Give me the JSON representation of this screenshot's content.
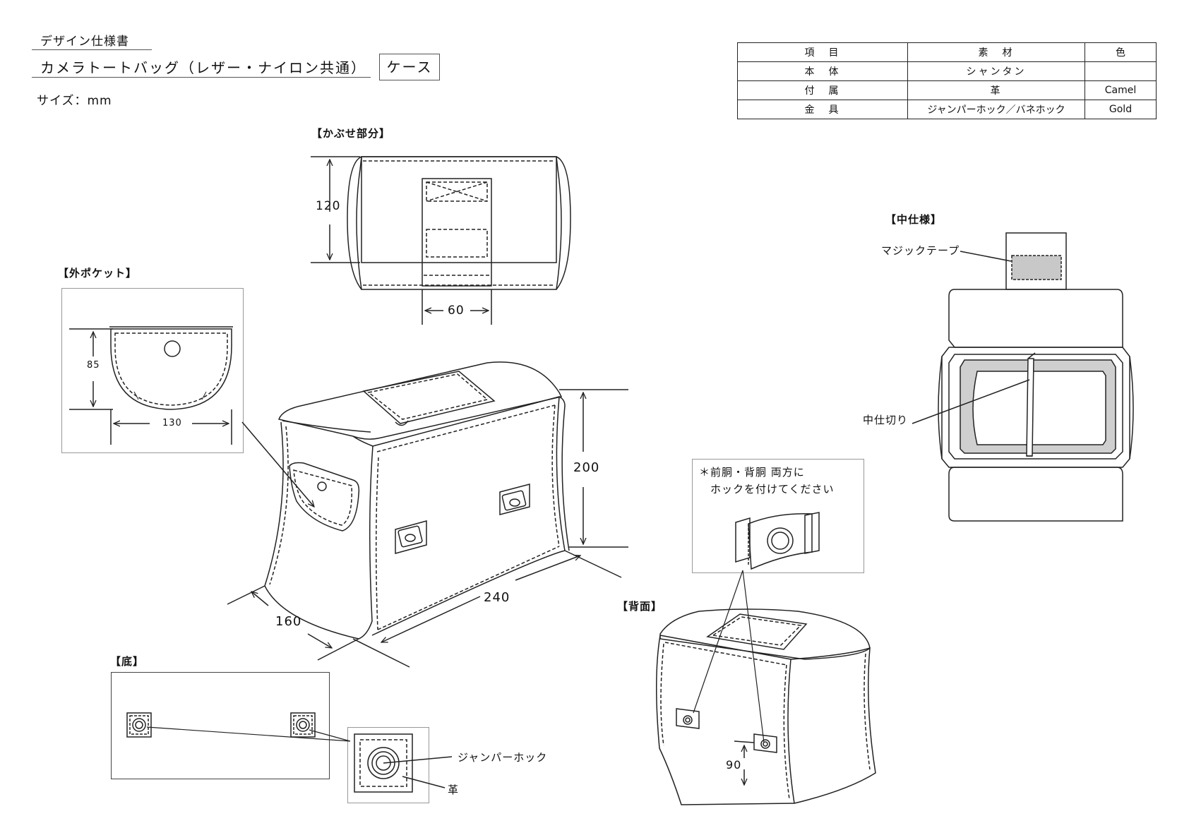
{
  "header": {
    "doc_type": "デザイン仕様書",
    "product": "カメラトートバッグ（レザー・ナイロン共通）",
    "part": "ケース",
    "size_unit": "サイズ：mm"
  },
  "spec_table": {
    "headers": [
      "項　目",
      "素　材",
      "色"
    ],
    "rows": [
      [
        "本　体",
        "シャンタン",
        ""
      ],
      [
        "付　属",
        "革",
        "Camel"
      ],
      [
        "金　具",
        "ジャンパーホック／バネホック",
        "Gold"
      ]
    ]
  },
  "sections": {
    "flap": "【かぶせ部分】",
    "outer_pocket": "【外ポケット】",
    "bottom": "【底】",
    "back": "【背面】",
    "inside": "【中仕様】"
  },
  "dimensions": {
    "flap_height": "120",
    "flap_width": "60",
    "pocket_height": "85",
    "pocket_width": "130",
    "body_height": "200",
    "body_width": "240",
    "body_depth": "160",
    "back_hook_height": "90"
  },
  "callouts": {
    "velcro": "マジックテープ",
    "divider": "中仕切り",
    "jumper_hook": "ジャンパーホック",
    "leather": "革",
    "hook_note_line1": "＊前胴・背胴 両方に",
    "hook_note_line2": "ホックを付けてください"
  },
  "colors": {
    "line": "#222222",
    "panel_border": "#999999",
    "velcro_fill": "#c8c8c8",
    "divider_fill": "#cfcfcf"
  }
}
